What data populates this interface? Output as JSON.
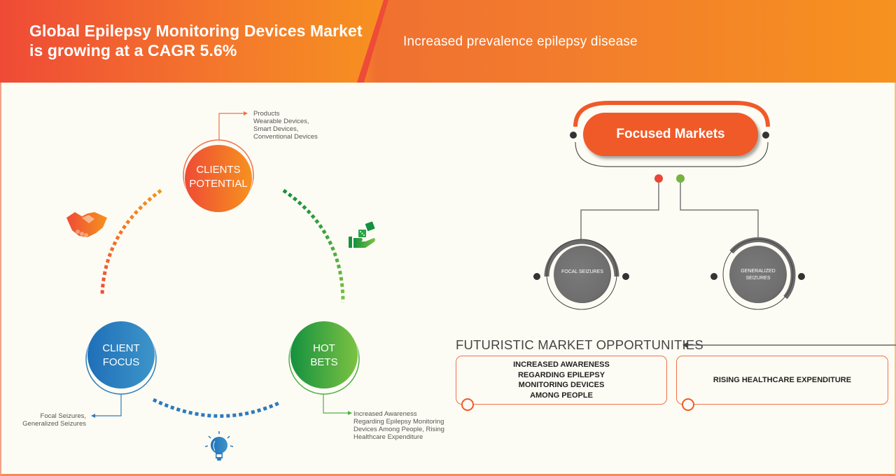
{
  "header": {
    "title": "Global Epilepsy Monitoring Devices Market is growing at a CAGR 5.6%",
    "subtitle": "Increased prevalence epilepsy disease"
  },
  "cycle": {
    "clients_potential": {
      "label": "CLIENTS\nPOTENTIAL",
      "color_from": "#ef4b35",
      "color_to": "#f6921f",
      "note": "Products\n Wearable Devices,\nSmart Devices,\nConventional Devices"
    },
    "client_focus": {
      "label": "CLIENT\nFOCUS",
      "color_from": "#1f6fb8",
      "color_to": "#3d95c9",
      "note": "Focal Seizures,\nGeneralized Seizures"
    },
    "hot_bets": {
      "label": "HOT\nBETS",
      "color_from": "#14913f",
      "color_to": "#7cc242",
      "note": "Increased Awareness\nRegarding Epilepsy Monitoring\nDevices Among People, Rising\nHealthcare Expenditure"
    },
    "icons": [
      "handshake-icon",
      "dice-in-hand-icon",
      "lightbulb-icon"
    ]
  },
  "focused_markets": {
    "title": "Focused Markets",
    "accent": "#f05a28",
    "segments": [
      {
        "label": "FOCAL SEIZURES",
        "dot_color": "#e8463a"
      },
      {
        "label": "GENERALIZED\nSEIZURES",
        "dot_color": "#74b43f"
      }
    ]
  },
  "opportunities": {
    "title": "FUTURISTIC MARKET OPPORTUNITIES",
    "items": [
      "INCREASED AWARENESS\nREGARDING EPILEPSY\nMONITORING DEVICES\nAMONG PEOPLE",
      "RISING HEALTHCARE EXPENDITURE"
    ]
  }
}
